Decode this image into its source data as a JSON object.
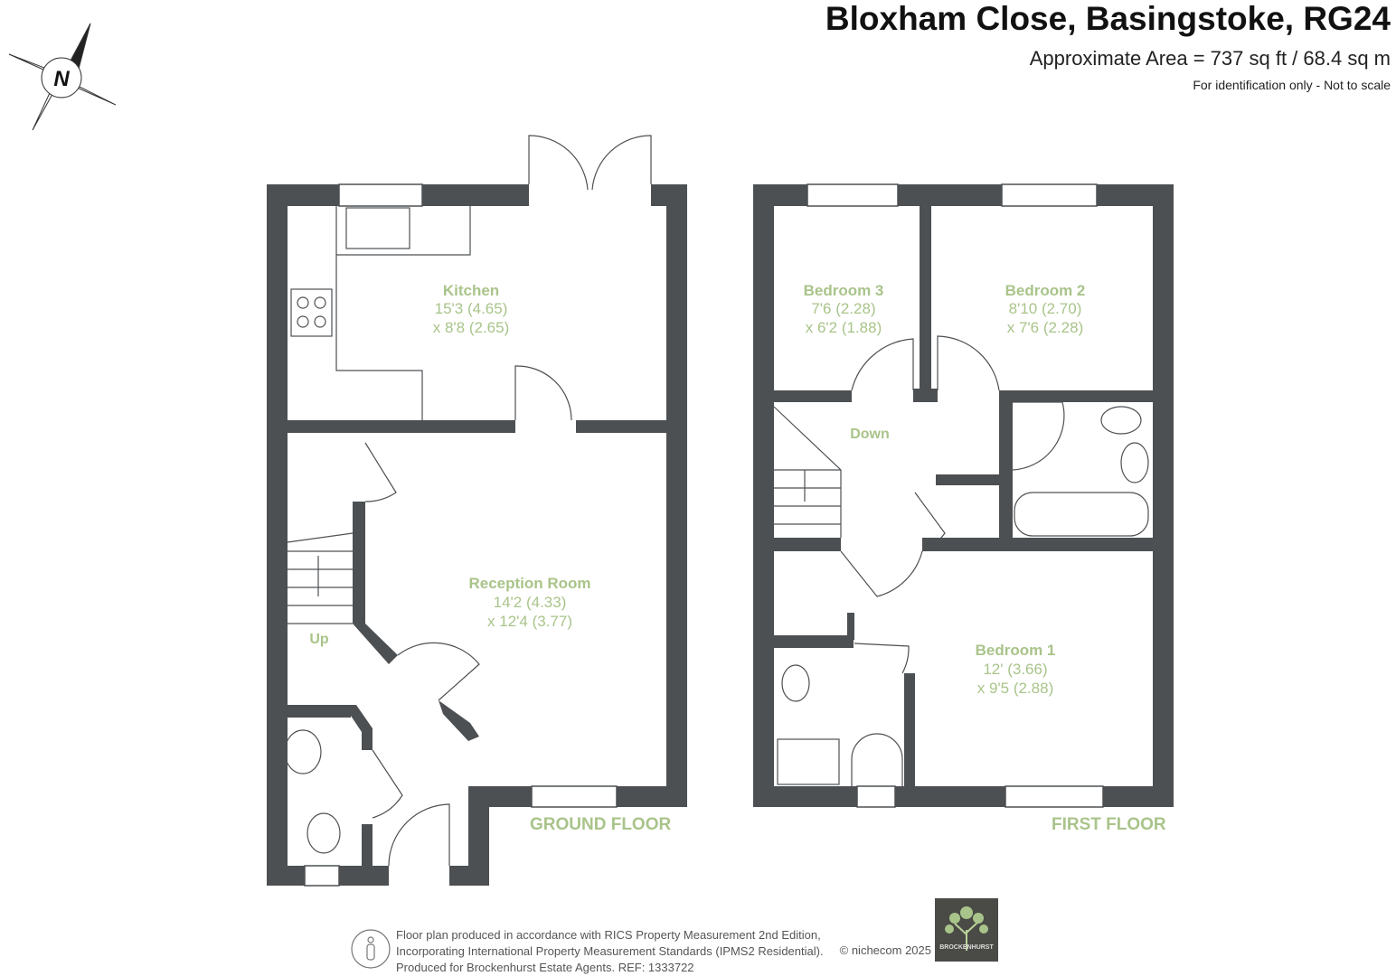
{
  "header": {
    "title": "Bloxham Close, Basingstoke, RG24",
    "area": "Approximate Area = 737 sq ft / 68.4 sq m",
    "note": "For identification only - Not to scale"
  },
  "compass": {
    "label": "N"
  },
  "ground_floor": {
    "label": "GROUND FLOOR",
    "rooms": [
      {
        "name": "Kitchen",
        "dim1": "15'3 (4.65)",
        "dim2": "x 8'8 (2.65)"
      },
      {
        "name": "Reception Room",
        "dim1": "14'2 (4.33)",
        "dim2": "x 12'4 (3.77)"
      }
    ],
    "stairs": "Up"
  },
  "first_floor": {
    "label": "FIRST FLOOR",
    "rooms": [
      {
        "name": "Bedroom 3",
        "dim1": "7'6 (2.28)",
        "dim2": "x 6'2 (1.88)"
      },
      {
        "name": "Bedroom 2",
        "dim1": "8'10 (2.70)",
        "dim2": "x 7'6 (2.28)"
      },
      {
        "name": "Bedroom 1",
        "dim1": "12' (3.66)",
        "dim2": "x 9'5 (2.88)"
      }
    ],
    "stairs": "Down"
  },
  "footer": {
    "line1": "Floor plan produced in accordance with RICS Property Measurement 2nd Edition,",
    "line2": "Incorporating International Property Measurement Standards (IPMS2 Residential).",
    "line3": "Produced for Brockenhurst Estate Agents.   REF: 1333722",
    "copyright": "© nichecom 2025",
    "logo": "BROCKENHURST"
  },
  "colors": {
    "wall": "#4d5053",
    "label": "#a9c48a"
  }
}
